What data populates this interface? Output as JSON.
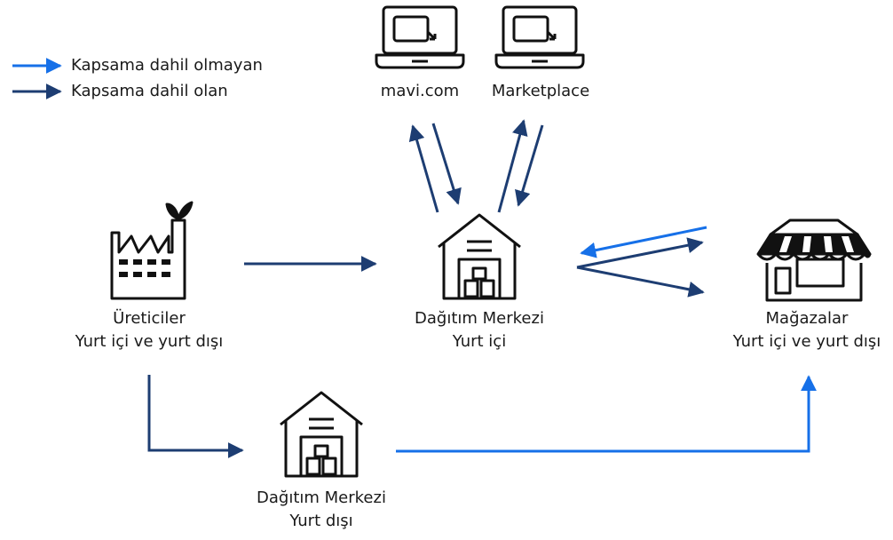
{
  "colors": {
    "excluded": "#1670e8",
    "included": "#1d3d72",
    "icon": "#111111"
  },
  "legend": {
    "excluded_label": "Kapsama dahil olmayan",
    "included_label": "Kapsama dahil olan"
  },
  "nodes": {
    "mavi": {
      "label": "mavi.com",
      "icon": "laptop-icon"
    },
    "marketplace": {
      "label": "Marketplace",
      "icon": "laptop-icon"
    },
    "producers": {
      "line1": "Üreticiler",
      "line2": "Yurt içi ve yurt dışı",
      "icon": "factory-icon"
    },
    "dc_domestic": {
      "line1": "Dağıtım Merkezi",
      "line2": "Yurt içi",
      "icon": "warehouse-icon"
    },
    "stores": {
      "line1": "Mağazalar",
      "line2": "Yurt içi ve yurt dışı",
      "icon": "store-icon"
    },
    "dc_abroad": {
      "line1": "Dağıtım Merkezi",
      "line2": "Yurt dışı",
      "icon": "warehouse-icon"
    }
  }
}
